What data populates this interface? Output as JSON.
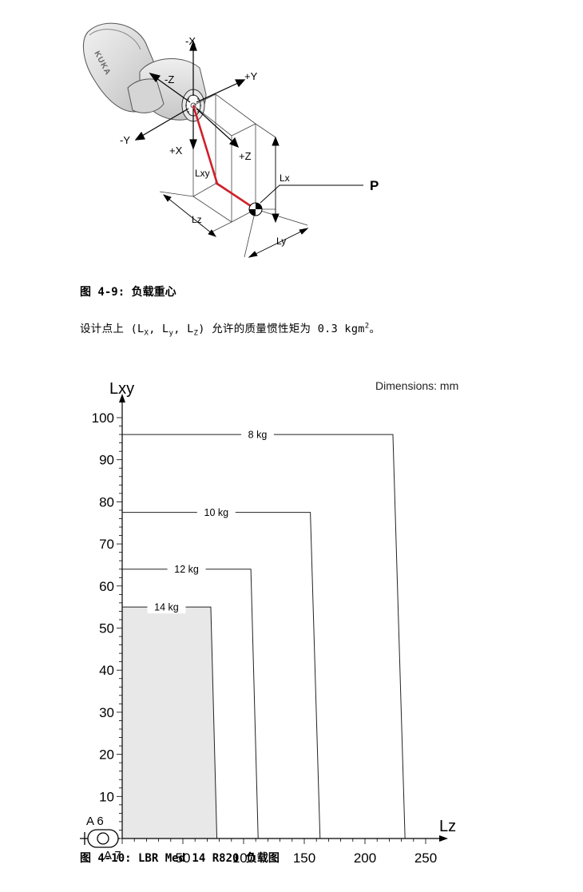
{
  "figure1": {
    "axis_labels": {
      "neg_x": "-X",
      "pos_y": "+Y",
      "neg_z": "-Z",
      "neg_y": "-Y",
      "pos_x": "+X",
      "pos_z": "+Z"
    },
    "dim_labels": {
      "lxy": "Lxy",
      "lx": "Lx",
      "lz": "Lz",
      "ly": "Ly"
    },
    "point_label": "P",
    "robot_logo": "KUKA",
    "caption": "图 4-9: 负载重心"
  },
  "paragraph": {
    "prefix": "设计点上 (L",
    "sub_x": "X",
    "sep1": ", L",
    "sub_y": "y",
    "sep2": ", L",
    "sub_z": "Z",
    "middle": ") 允许的质量惯性矩为 0.3 kgm",
    "sup": "2",
    "suffix": "。"
  },
  "chart_data": {
    "type": "line",
    "title": "",
    "xlabel": "Lz",
    "ylabel": "Lxy",
    "units_note": "Dimensions: mm",
    "xlim": [
      0,
      250
    ],
    "ylim": [
      0,
      100
    ],
    "x_ticks": [
      50,
      100,
      150,
      200,
      250
    ],
    "y_ticks": [
      10,
      20,
      30,
      40,
      50,
      60,
      70,
      80,
      90,
      100
    ],
    "series": [
      {
        "name": "8 kg",
        "points": [
          [
            0,
            96
          ],
          [
            223,
            96
          ],
          [
            233,
            0
          ]
        ]
      },
      {
        "name": "10 kg",
        "points": [
          [
            0,
            77.5
          ],
          [
            155,
            77.5
          ],
          [
            163,
            0
          ]
        ]
      },
      {
        "name": "12 kg",
        "points": [
          [
            0,
            64
          ],
          [
            106,
            64
          ],
          [
            112,
            0
          ]
        ]
      },
      {
        "name": "14 kg",
        "points": [
          [
            0,
            55
          ],
          [
            73,
            55
          ],
          [
            78,
            0
          ]
        ],
        "filled": true
      }
    ],
    "colors": {
      "fill": "#e8e8e8",
      "line": "#222222"
    },
    "flange_labels": {
      "top": "A 6",
      "bottom": "A 7"
    }
  },
  "figure2": {
    "caption": "图 4-10: LBR Med 14 R820 负载图"
  }
}
